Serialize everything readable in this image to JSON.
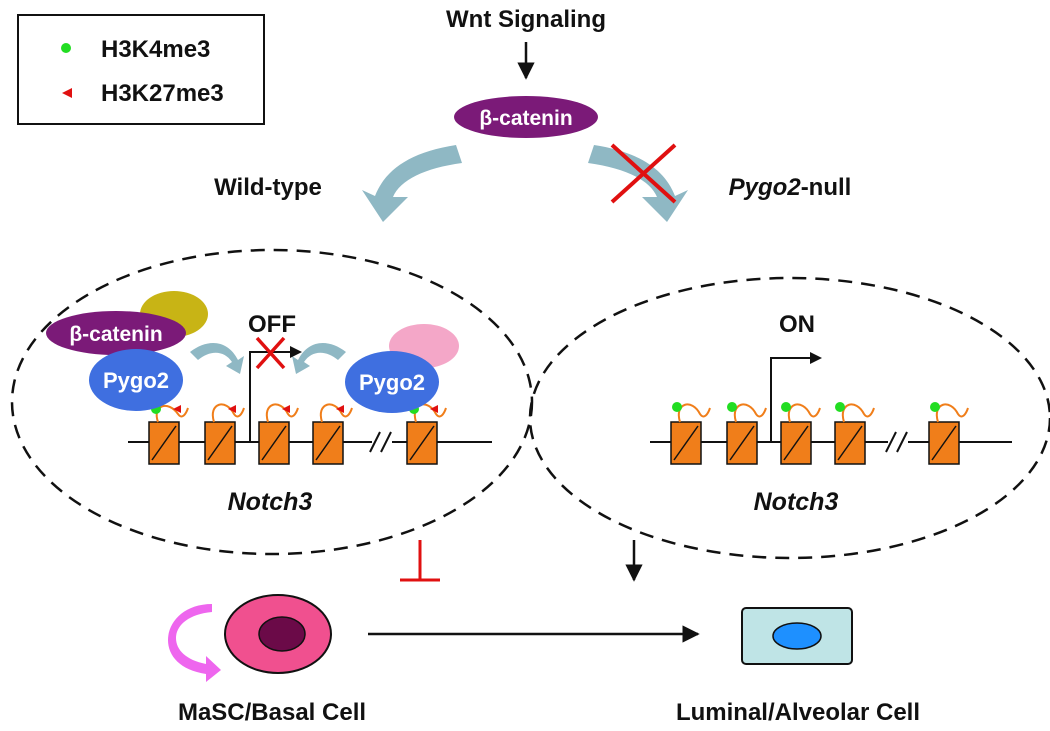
{
  "legend": {
    "items": [
      {
        "label": "H3K4me3",
        "marker": "circle",
        "color": "#22dd22"
      },
      {
        "label": "H3K27me3",
        "marker": "triangle",
        "color": "#e01010"
      }
    ]
  },
  "top": {
    "title": "Wnt Signaling",
    "beta_catenin": "β-catenin",
    "left_branch": "Wild-type",
    "right_branch_gene": "Pygo2",
    "right_branch_suffix": "-null"
  },
  "left_cell": {
    "beta_catenin": "β-catenin",
    "pygo2_left": "Pygo2",
    "pygo2_right": "Pygo2",
    "state": "OFF",
    "gene": "Notch3"
  },
  "right_cell": {
    "state": "ON",
    "gene": "Notch3"
  },
  "bottom": {
    "basal_label": "MaSC/Basal Cell",
    "luminal_label": "Luminal/Alveolar Cell"
  },
  "colors": {
    "beta_catenin": "#7b1a78",
    "pygo2": "#3f6fe0",
    "nucleosome": "#f07e1a",
    "yellow_factor": "#c8b415",
    "pink_factor": "#f4a7c8",
    "inhibit": "#e01010",
    "basal_outer": "#f0508f",
    "basal_nucleus": "#6b0a48",
    "luminal_fill": "#bfe4e6",
    "luminal_nucleus": "#1e90ff",
    "curved_arrow": "#8fb8c4",
    "self_renew_arrow": "#ee66ee"
  }
}
